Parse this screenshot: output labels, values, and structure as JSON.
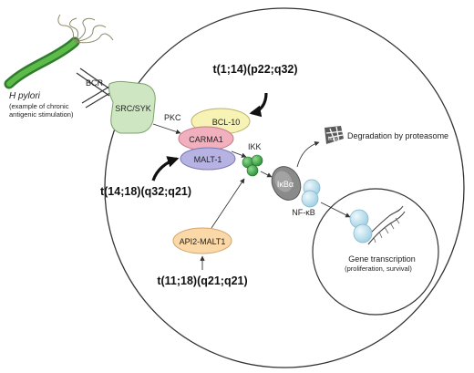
{
  "pathogen": {
    "name": "H pylori",
    "note_line1": "(example of chronic",
    "note_line2": "antigenic stimulation)"
  },
  "receptor": {
    "bcr": "BCR",
    "kinase": "SRC/SYK"
  },
  "signaling": {
    "pkc": "PKC",
    "bcl10": "BCL-10",
    "carma1": "CARMA1",
    "malt1": "MALT-1",
    "ikk": "IKK",
    "ikba": "IκBα",
    "ikba_degraded": "IκBα",
    "nfkb": "NF-κB",
    "api2_malt1": "API2-MALT1"
  },
  "outcomes": {
    "degradation": "Degradation by proteasome",
    "transcription": "Gene transcription",
    "transcription_detail": "(proliferation, survival)"
  },
  "translocations": {
    "t1_14": "t(1;14)(p22;q32)",
    "t14_18": "t(14;18)(q32;q21)",
    "t11_18": "t(11;18)(q21;q21)"
  },
  "colors": {
    "src_syk": "#cfe6c3",
    "bcl10": "#f7f3b4",
    "carma1": "#f2b0be",
    "malt1": "#b6b3e2",
    "api2_malt1": "#fbd8a8",
    "ikk": "#3fae49",
    "ikba": "#8a8a8a",
    "nfkb": "#c9e8f4",
    "bacterium": "#3e9a3a"
  }
}
